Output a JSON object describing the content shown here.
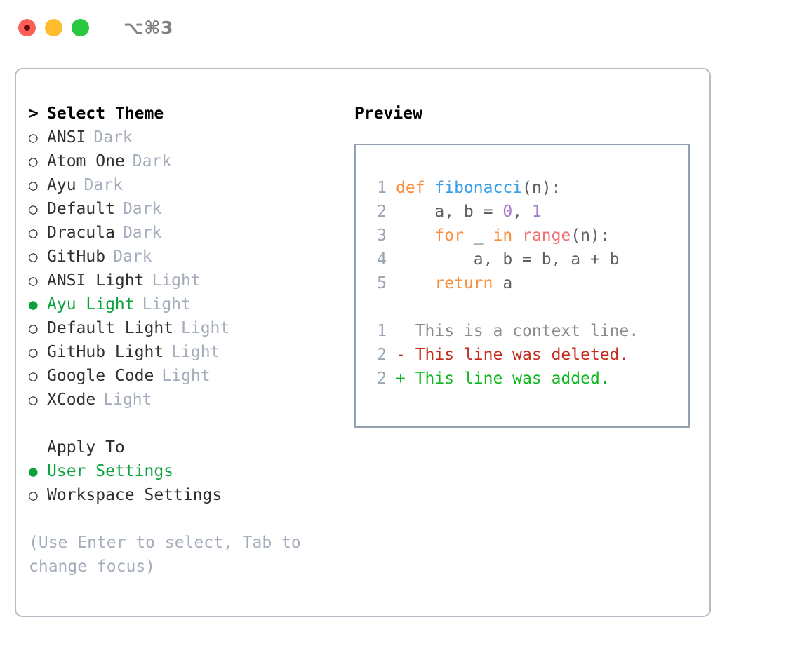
{
  "titlebar": {
    "shortcut": "⌥⌘3",
    "buttons": [
      {
        "name": "close",
        "color": "#ff5f57"
      },
      {
        "name": "minimize",
        "color": "#ffbd2e"
      },
      {
        "name": "maximize",
        "color": "#28c840"
      }
    ]
  },
  "theme_list": {
    "header_marker": ">",
    "header_label": "Select Theme",
    "items": [
      {
        "marker": "○",
        "label": "ANSI",
        "variant": "Dark",
        "selected": false
      },
      {
        "marker": "○",
        "label": "Atom One",
        "variant": "Dark",
        "selected": false
      },
      {
        "marker": "○",
        "label": "Ayu",
        "variant": "Dark",
        "selected": false
      },
      {
        "marker": "○",
        "label": "Default",
        "variant": "Dark",
        "selected": false
      },
      {
        "marker": "○",
        "label": "Dracula",
        "variant": "Dark",
        "selected": false
      },
      {
        "marker": "○",
        "label": "GitHub",
        "variant": "Dark",
        "selected": false
      },
      {
        "marker": "○",
        "label": "ANSI Light",
        "variant": "Light",
        "selected": false
      },
      {
        "marker": "●",
        "label": "Ayu Light",
        "variant": "Light",
        "selected": true
      },
      {
        "marker": "○",
        "label": "Default Light",
        "variant": "Light",
        "selected": false
      },
      {
        "marker": "○",
        "label": "GitHub Light",
        "variant": "Light",
        "selected": false
      },
      {
        "marker": "○",
        "label": "Google Code",
        "variant": "Light",
        "selected": false
      },
      {
        "marker": "○",
        "label": "XCode",
        "variant": "Light",
        "selected": false
      }
    ]
  },
  "apply_to": {
    "header_label": "Apply To",
    "items": [
      {
        "marker": "●",
        "label": "User Settings",
        "selected": true
      },
      {
        "marker": "○",
        "label": "Workspace Settings",
        "selected": false
      }
    ]
  },
  "hint": "(Use Enter to select, Tab to change focus)",
  "preview": {
    "title": "Preview",
    "code": [
      {
        "ln": "1",
        "tokens": [
          {
            "t": "def ",
            "c": "kw"
          },
          {
            "t": "fibonacci",
            "c": "fn"
          },
          {
            "t": "(n):",
            "c": "punc"
          }
        ]
      },
      {
        "ln": "2",
        "tokens": [
          {
            "t": "    a, b = ",
            "c": "plain"
          },
          {
            "t": "0",
            "c": "num"
          },
          {
            "t": ", ",
            "c": "punc"
          },
          {
            "t": "1",
            "c": "num"
          }
        ]
      },
      {
        "ln": "3",
        "tokens": [
          {
            "t": "    ",
            "c": "plain"
          },
          {
            "t": "for",
            "c": "kw"
          },
          {
            "t": " _ ",
            "c": "plain"
          },
          {
            "t": "in",
            "c": "kw"
          },
          {
            "t": " ",
            "c": "plain"
          },
          {
            "t": "range",
            "c": "blt"
          },
          {
            "t": "(n):",
            "c": "punc"
          }
        ]
      },
      {
        "ln": "4",
        "tokens": [
          {
            "t": "        a, b = b, a + b",
            "c": "plain"
          }
        ]
      },
      {
        "ln": "5",
        "tokens": [
          {
            "t": "    ",
            "c": "plain"
          },
          {
            "t": "return",
            "c": "kw"
          },
          {
            "t": " a",
            "c": "plain"
          }
        ]
      }
    ],
    "diff": [
      {
        "ln": "1",
        "sign": " ",
        "text": "This is a context line.",
        "kind": "ctx"
      },
      {
        "ln": "2",
        "sign": "-",
        "text": "This line was deleted.",
        "kind": "del"
      },
      {
        "ln": "2",
        "sign": "+",
        "text": "This line was added.",
        "kind": "add"
      }
    ]
  },
  "colors": {
    "accent_green": "#0ba13c",
    "muted": "#a4adbb",
    "border": "#b4bcc8",
    "preview_border": "#93a1b0",
    "keyword": "#fa8d3e",
    "function": "#399ee6",
    "number": "#a37acc",
    "builtin": "#f07171",
    "diff_deleted": "#c42b1c",
    "diff_added": "#10b820",
    "diff_context": "#8a8a8a"
  }
}
